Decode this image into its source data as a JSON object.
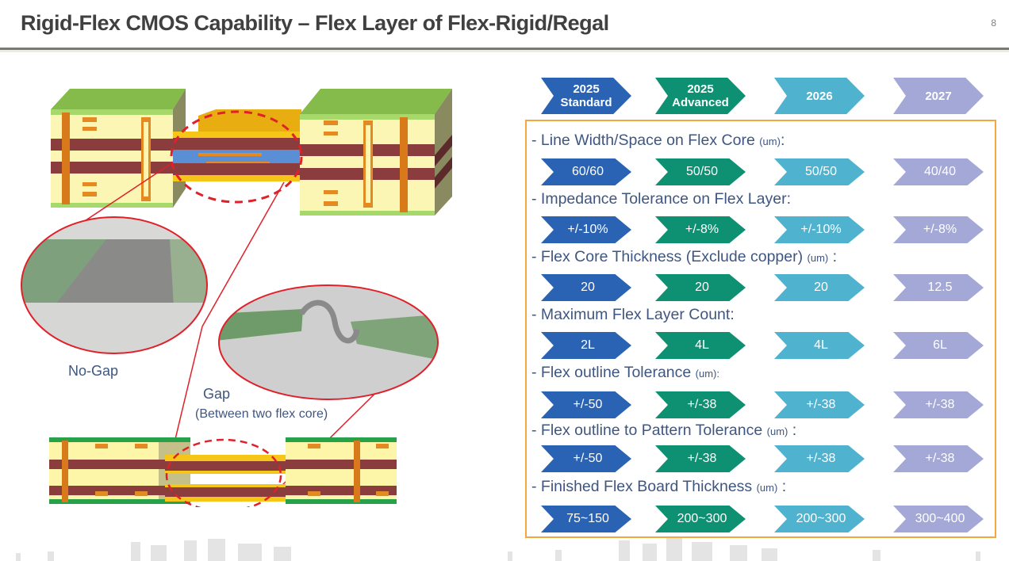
{
  "slide": {
    "title": "Rigid-Flex CMOS Capability – Flex Layer of Flex-Rigid/Regal",
    "page_number": "8"
  },
  "diagrams": {
    "no_gap_label": "No-Gap",
    "gap_label": "Gap",
    "gap_sublabel": "(Between two flex core)"
  },
  "columns": [
    {
      "line1": "2025",
      "line2": "Standard",
      "color": "#2a63b3"
    },
    {
      "line1": "2025",
      "line2": "Advanced",
      "color": "#0e9072"
    },
    {
      "line1": "2026",
      "line2": "",
      "color": "#4fb3cf"
    },
    {
      "line1": "2027",
      "line2": "",
      "color": "#a3a8d6"
    }
  ],
  "specs": [
    {
      "label": "- Line Width/Space on Flex Core ",
      "unit": "(um)",
      "suffix": ":",
      "values": [
        "60/60",
        "50/50",
        "50/50",
        "40/40"
      ]
    },
    {
      "label": "- Impedance Tolerance on Flex Layer:",
      "unit": "",
      "suffix": "",
      "values": [
        "+/-10%",
        "+/-8%",
        "+/-10%",
        "+/-8%"
      ]
    },
    {
      "label": "- Flex Core Thickness (Exclude copper) ",
      "unit": "(um)",
      "suffix": " :",
      "values": [
        "20",
        "20",
        "20",
        "12.5"
      ]
    },
    {
      "label": "- Maximum Flex Layer Count:",
      "unit": "",
      "suffix": "",
      "values": [
        "2L",
        "4L",
        "4L",
        "6L"
      ]
    },
    {
      "label": "- Flex outline Tolerance ",
      "unit": "(um):",
      "suffix": "",
      "values": [
        "+/-50",
        "+/-38",
        "+/-38",
        "+/-38"
      ]
    },
    {
      "label": "- Flex outline to Pattern Tolerance ",
      "unit": "(um)",
      "suffix": " :",
      "values": [
        "+/-50",
        "+/-38",
        "+/-38",
        "+/-38"
      ]
    },
    {
      "label": "- Finished Flex Board Thickness ",
      "unit": "(um)",
      "suffix": " :",
      "values": [
        "75~150",
        "200~300",
        "200~300",
        "300~400"
      ]
    }
  ]
}
